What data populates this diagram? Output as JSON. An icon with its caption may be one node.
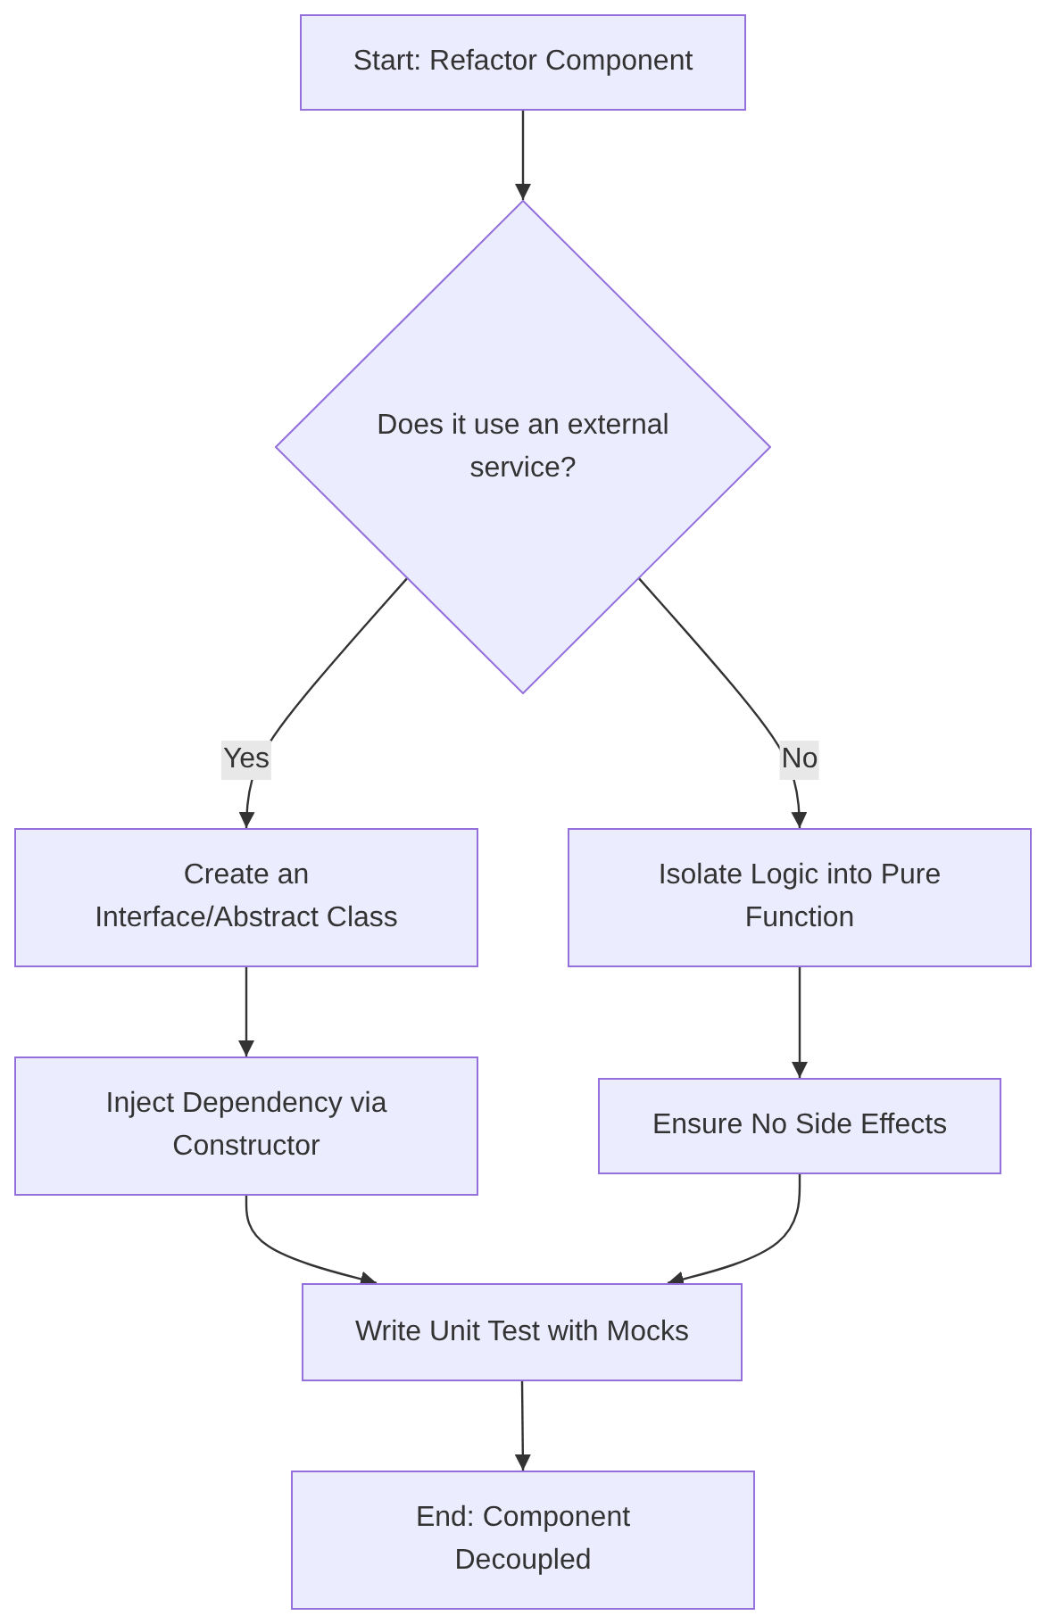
{
  "diagram": {
    "nodes": [
      {
        "text": [
          "Start: Refactor Component"
        ]
      },
      {
        "text": [
          "Does it use an external service?"
        ]
      },
      {
        "text": [
          "Create an Interface/Abstract Class"
        ]
      },
      {
        "text": [
          "Isolate Logic into Pure Function"
        ]
      },
      {
        "text": [
          "Inject Dependency via Constructor"
        ]
      },
      {
        "text": [
          "Ensure No Side Effects"
        ]
      },
      {
        "text": [
          "Write Unit Test with Mocks"
        ]
      },
      {
        "text": [
          "End: Component Decoupled"
        ]
      }
    ],
    "edges": [
      {
        "from": 0,
        "to": 1,
        "arrow": "to"
      },
      {
        "from": 1,
        "to": 2,
        "arrow": "to",
        "label": "Yes"
      },
      {
        "from": 1,
        "to": 3,
        "arrow": "to",
        "label": "No"
      },
      {
        "from": 2,
        "to": 4,
        "arrow": "to"
      },
      {
        "from": 3,
        "to": 5,
        "arrow": "to"
      },
      {
        "from": 4,
        "to": 6,
        "arrow": "to"
      },
      {
        "from": 5,
        "to": 6,
        "arrow": "to"
      },
      {
        "from": 6,
        "to": 7,
        "arrow": "to"
      }
    ]
  }
}
